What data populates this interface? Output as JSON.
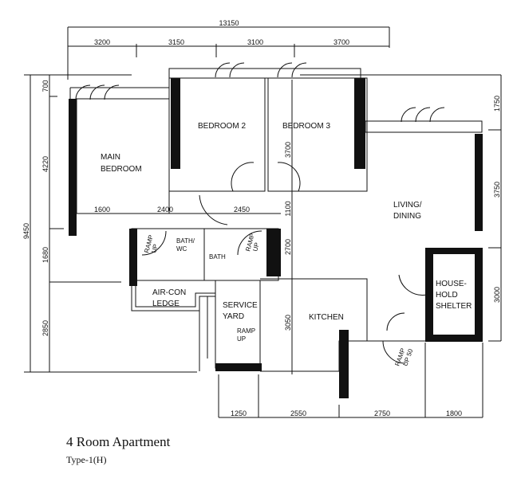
{
  "plan": {
    "title": "4 Room Apartment",
    "subtitle": "Type-1(H)",
    "rooms": {
      "main_bedroom_line1": "MAIN",
      "main_bedroom_line2": "BEDROOM",
      "bedroom2": "BEDROOM  2",
      "bedroom3": "BEDROOM  3",
      "living_line1": "LIVING/",
      "living_line2": "DINING",
      "bath1_line1": "BATH/",
      "bath1_line2": "WC",
      "bath2": "BATH",
      "aircon_line1": "AIR-CON",
      "aircon_line2": "LEDGE",
      "service_line1": "SERVICE",
      "service_line2": "YARD",
      "kitchen": "KITCHEN",
      "shelter_line1": "HOUSE-",
      "shelter_line2": "HOLD",
      "shelter_line3": "SHELTER"
    },
    "ramps": {
      "bath1": [
        "RAMP",
        "UP"
      ],
      "bath2": [
        "RAMP",
        "UP"
      ],
      "service": [
        "RAMP",
        "UP"
      ],
      "entrance": [
        "RAMP",
        "UP 50"
      ]
    },
    "dimensions": {
      "top_total": "13150",
      "top": [
        "3200",
        "3150",
        "3100",
        "3700"
      ],
      "left_total": "9450",
      "left": [
        "700",
        "4220",
        "1680",
        "2850"
      ],
      "right": [
        "1750",
        "3750",
        "3000"
      ],
      "bottom": [
        "1250",
        "2550",
        "2750",
        "1800"
      ],
      "inner_horizontal": [
        "1600",
        "2400",
        "2450"
      ],
      "inner_vertical": [
        "3700",
        "1100",
        "2700",
        "3050"
      ]
    }
  }
}
